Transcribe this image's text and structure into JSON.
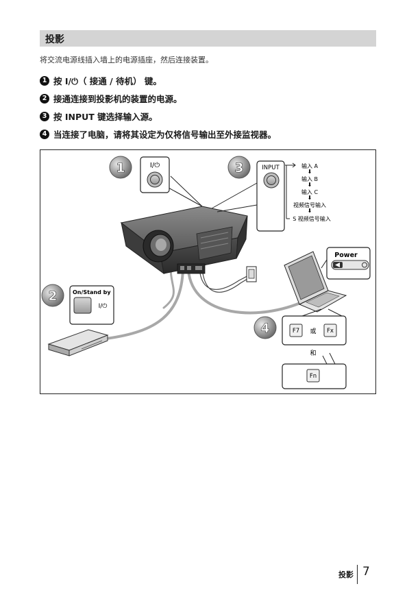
{
  "section": {
    "title": "投影"
  },
  "intro": "将交流电源线插入墙上的电源插座，然后连接装置。",
  "steps": [
    {
      "num": "1",
      "text": "按 I/⏻（ 接通 / 待机） 键。"
    },
    {
      "num": "2",
      "text": "接通连接到投影机的装置的电源。"
    },
    {
      "num": "3",
      "text": "按 INPUT 键选择输入源。"
    },
    {
      "num": "4",
      "text": "当连接了电脑，请将其设定为仅将信号输出至外接监视器。"
    }
  ],
  "figure": {
    "callout1": {
      "num": "1",
      "button_label": "I/⏻"
    },
    "callout2": {
      "num": "2",
      "title": "On/Stand by",
      "button_label": "I/⏻"
    },
    "callout3": {
      "num": "3",
      "title": "INPUT",
      "inputs": [
        "输入 A",
        "输入 B",
        "输入 C",
        "视频信号输入",
        "S 视频信号输入"
      ]
    },
    "callout4": {
      "num": "4",
      "key1": "F7",
      "or_text": "或",
      "key2": "Fx",
      "and_text": "和",
      "key3": "Fn"
    },
    "power": {
      "label": "Power"
    }
  },
  "footer": {
    "label": "投影",
    "page": "7"
  }
}
